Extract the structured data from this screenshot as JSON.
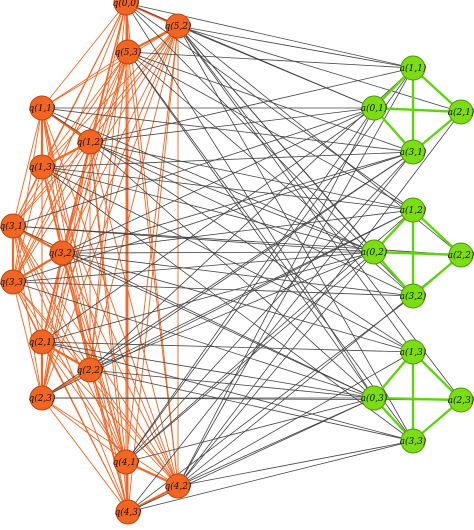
{
  "colors": {
    "q_fill": "#f26522",
    "q_stroke": "#b84710",
    "q_edge": "#f26522",
    "a_fill": "#7cdd12",
    "a_stroke": "#4e9a06",
    "a_edge": "#5fd40e",
    "cross_edge": "#444444",
    "label": "#111111"
  },
  "q_nodes": [
    {
      "id": "q00",
      "label": "q(0,0)"
    },
    {
      "id": "q52",
      "label": "q(5,2)"
    },
    {
      "id": "q53",
      "label": "q(5,3)"
    },
    {
      "id": "q11",
      "label": "q(1,1)"
    },
    {
      "id": "q12",
      "label": "q(1,2)"
    },
    {
      "id": "q13",
      "label": "q(1,3)"
    },
    {
      "id": "q31",
      "label": "q(3,1)"
    },
    {
      "id": "q32",
      "label": "q(3,2)"
    },
    {
      "id": "q33",
      "label": "q(3,3)"
    },
    {
      "id": "q21",
      "label": "q(2,1)"
    },
    {
      "id": "q22",
      "label": "q(2,2)"
    },
    {
      "id": "q23",
      "label": "q(2,3)"
    },
    {
      "id": "q41",
      "label": "q(4,1)"
    },
    {
      "id": "q42",
      "label": "q(4,2)"
    },
    {
      "id": "q43",
      "label": "q(4,3)"
    }
  ],
  "a_nodes": [
    {
      "id": "a11",
      "label": "a(1,1)"
    },
    {
      "id": "a01",
      "label": "a(0,1)"
    },
    {
      "id": "a21",
      "label": "a(2,1)"
    },
    {
      "id": "a31",
      "label": "a(3,1)"
    },
    {
      "id": "a12",
      "label": "a(1,2)"
    },
    {
      "id": "a02",
      "label": "a(0,2)"
    },
    {
      "id": "a22",
      "label": "a(2,2)"
    },
    {
      "id": "a32",
      "label": "a(3,2)"
    },
    {
      "id": "a13",
      "label": "a(1,3)"
    },
    {
      "id": "a03",
      "label": "a(0,3)"
    },
    {
      "id": "a23",
      "label": "a(2,3)"
    },
    {
      "id": "a33",
      "label": "a(3,3)"
    }
  ]
}
